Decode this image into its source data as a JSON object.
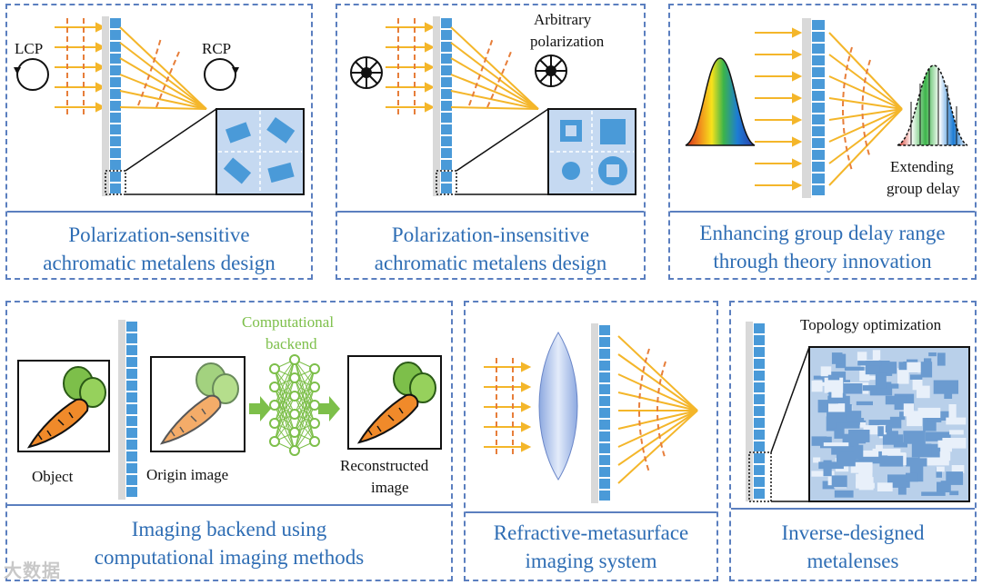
{
  "panels": {
    "p1": {
      "caption": [
        "Polarization-sensitive",
        "achromatic metalens design"
      ],
      "labels": {
        "lcp": "LCP",
        "rcp": "RCP"
      }
    },
    "p2": {
      "caption": [
        "Polarization-insensitive",
        "achromatic metalens design"
      ],
      "labels": {
        "arb1": "Arbitrary",
        "arb2": "polarization"
      }
    },
    "p3": {
      "caption": [
        "Enhancing group delay range",
        "through theory innovation"
      ],
      "labels": {
        "ext1": "Extending",
        "ext2": "group delay"
      }
    },
    "p4": {
      "caption": [
        "Imaging backend using",
        "computational imaging methods"
      ],
      "labels": {
        "object": "Object",
        "origin": "Origin image",
        "comp1": "Computational",
        "comp2": "backend",
        "recon1": "Reconstructed",
        "recon2": "image"
      }
    },
    "p5": {
      "caption": [
        "Refractive-metasurface",
        "imaging system"
      ]
    },
    "p6": {
      "caption": [
        "Inverse-designed",
        "metalenses"
      ],
      "labels": {
        "topo": "Topology optimization"
      }
    }
  },
  "watermark": "大数据",
  "colors": {
    "border": "#5b7fbf",
    "caption": "#2e6db4",
    "ray": "#f4b62a",
    "wave": "#e77e3a",
    "metasurface": "#4a9ad8",
    "substrate": "#d9d9d9",
    "green": "#7dbf4a"
  }
}
